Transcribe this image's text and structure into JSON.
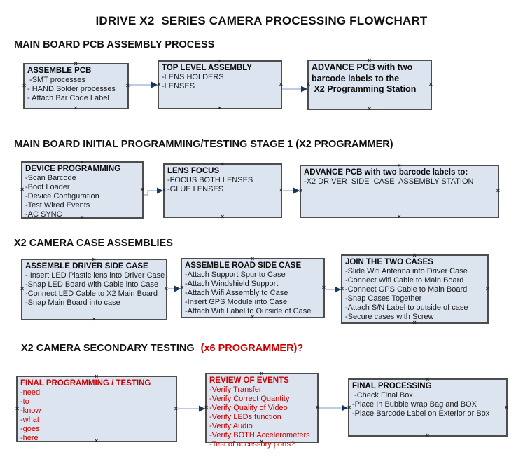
{
  "title": "IDRIVE X2  SERIES CAMERA PROCESSING FLOWCHART",
  "icons": {
    "connection_handle": "×"
  },
  "colors": {
    "box-fill": "#dce4f0",
    "box-border": "#4d4d4d",
    "arrow-line": "#a6bbd8",
    "arrow-head": "#17375e",
    "red-text": "#cc0000"
  },
  "sections": [
    {
      "heading": "MAIN BOARD PCB ASSEMBLY PROCESS",
      "boxes": [
        {
          "title": "ASSEMBLE PCB",
          "items": [
            " -SMT processes",
            "- HAND Solder processes",
            "- Attach Bar Code Label"
          ]
        },
        {
          "title": "TOP LEVEL ASSEMBLY",
          "items": [
            "-LENS HOLDERS",
            "-LENSES"
          ]
        },
        {
          "bold_lines": [
            "ADVANCE PCB with two",
            "barcode labels to the",
            " X2 Programming Station"
          ]
        }
      ]
    },
    {
      "heading": "MAIN BOARD INITIAL PROGRAMMING/TESTING STAGE 1 (X2 PROGRAMMER)",
      "boxes": [
        {
          "title": "DEVICE PROGRAMMING",
          "items": [
            "-Scan Barcode",
            "-Boot Loader",
            "-Device Configuration",
            "-Test Wired Events",
            "-AC SYNC"
          ]
        },
        {
          "title": "LENS FOCUS",
          "items": [
            "-FOCUS BOTH LENSES",
            "-GLUE LENSES"
          ]
        },
        {
          "title": "ADVANCE PCB with two barcode labels to:",
          "items": [
            "-X2 DRIVER  SIDE  CASE  ASSEMBLY STATION"
          ]
        }
      ]
    },
    {
      "heading": "X2 CAMERA CASE ASSEMBLIES",
      "boxes": [
        {
          "title": "ASSEMBLE DRIVER SIDE CASE",
          "items": [
            "- Insert LED Plastic lens into Driver Case",
            "-Snap LED Board with Cable into Case",
            "-Connect LED Cable to X2 Main Board",
            "-Snap Main Board into case"
          ]
        },
        {
          "title": "ASSEMBLE ROAD SIDE CASE",
          "items": [
            "-Attach Support Spur to Case",
            "-Attach Windshield Support",
            "-Attach Wifi Assembly to Case",
            "-Insert GPS Module into Case",
            "-Attach Wifi Label to Outside of Case"
          ]
        },
        {
          "title": "JOIN THE TWO CASES",
          "items": [
            "-Slide Wifi Antenna into Driver Case",
            "-Connect Wifi Cable to Main Board",
            "-Connect GPS Cable to Main Board",
            "-Snap Cases Together",
            "-Attach S/N Label to outside of case",
            "-Secure cases with Screw"
          ]
        }
      ]
    },
    {
      "heading": "X2 CAMERA SECONDARY TESTING",
      "heading_red": "(x6 PROGRAMMER)?",
      "boxes": [
        {
          "title": "FINAL PROGRAMMING / TESTING",
          "items": [
            "-need",
            "-to",
            "-know",
            "-what",
            "-goes",
            "-here"
          ]
        },
        {
          "title": "REVIEW OF EVENTS",
          "items": [
            "-Verify Transfer",
            "-Verify Correct Quantity",
            "-Verify Quality of Video",
            "-Verify LEDs function",
            "-Verify Audio",
            "-Verify BOTH Accelerometers",
            "-Test of accessory ports?"
          ]
        },
        {
          "title": "FINAL PROCESSING",
          "items": [
            " -Check Final Box",
            "-Place In Bubble wrap Bag and BOX",
            "-Place Barcode Label on Exterior or Box"
          ]
        }
      ]
    }
  ]
}
